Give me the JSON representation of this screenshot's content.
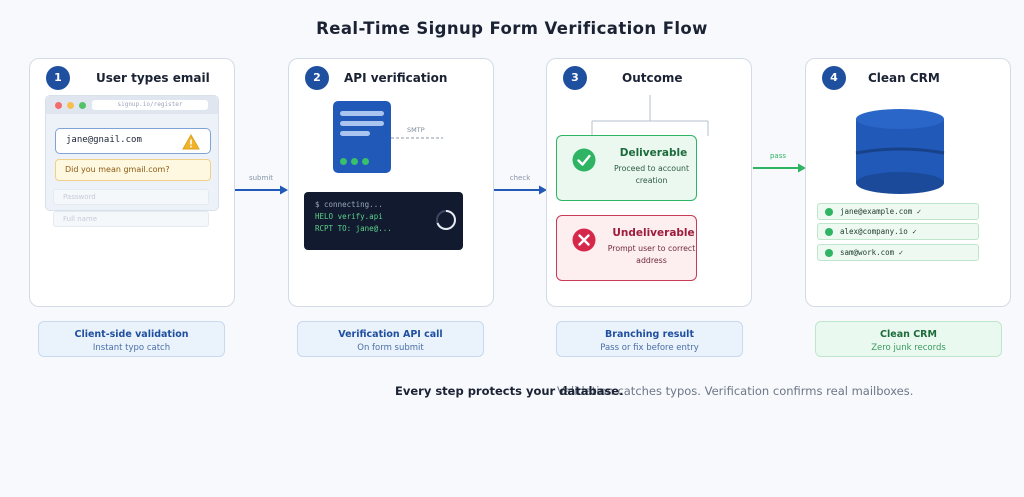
{
  "title": "Real-Time Signup Form Verification Flow",
  "steps": [
    {
      "number": "1",
      "title": "User types email"
    },
    {
      "number": "2",
      "title": "API verification"
    },
    {
      "number": "3",
      "title": "Outcome"
    },
    {
      "number": "4",
      "title": "Clean CRM"
    }
  ],
  "form": {
    "url": "signup.io/register",
    "email_value": "jane@gnail.com",
    "suggestion": "Did you mean gmail.com?",
    "password_placeholder": "Password",
    "fullname_placeholder": "Full name"
  },
  "api": {
    "smtp_label": "SMTP",
    "terminal_lines": [
      "$ connecting...",
      "HELO verify.api",
      "RCPT TO: jane@..."
    ]
  },
  "outcomes": {
    "deliverable_title": "Deliverable",
    "deliverable_sub": "Proceed to account creation",
    "undeliverable_title": "Undeliverable",
    "undeliverable_sub": "Prompt user to correct address"
  },
  "crm": {
    "records": [
      "jane@example.com ✓",
      "alex@company.io ✓",
      "sam@work.com ✓"
    ]
  },
  "arrows": {
    "submit": "submit",
    "check": "check",
    "pass": "pass"
  },
  "captions": [
    {
      "title": "Client-side validation",
      "sub": "Instant typo catch"
    },
    {
      "title": "Verification API call",
      "sub": "On form submit"
    },
    {
      "title": "Branching result",
      "sub": "Pass or fix before entry"
    },
    {
      "title": "Clean CRM",
      "sub": "Zero junk records"
    }
  ],
  "footer": {
    "bold": "Every step protects your database.",
    "rest": "Validation catches typos. Verification confirms real mailboxes."
  },
  "colors": {
    "primary": "#1f4f9f",
    "success": "#2fb463",
    "danger": "#d6284b",
    "warning": "#f0b429",
    "terminal_bg": "#111a2e"
  },
  "icons": [
    "warning-icon",
    "check-circle-icon",
    "x-circle-icon",
    "server-icon",
    "database-icon",
    "spinner-icon"
  ]
}
